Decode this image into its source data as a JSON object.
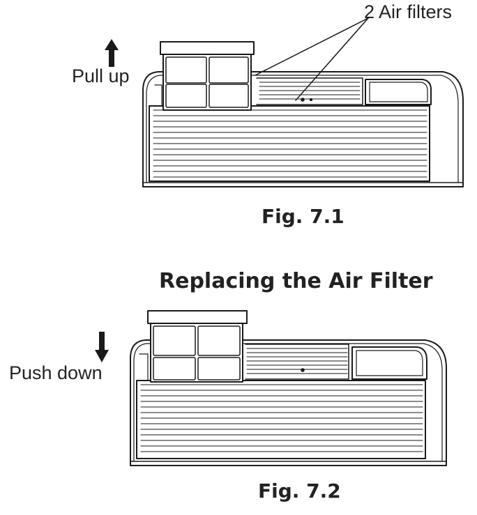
{
  "figure1": {
    "callout": "2 Air filters",
    "instruction": "Pull up",
    "caption": "Fig. 7.1"
  },
  "section_title": "Replacing the Air Filter",
  "figure2": {
    "instruction": "Push down",
    "caption": "Fig. 7.2"
  },
  "colors": {
    "line": "#1a1a1a",
    "fill": "#ffffff"
  },
  "icons": [
    "arrow-up-icon",
    "arrow-down-icon"
  ]
}
